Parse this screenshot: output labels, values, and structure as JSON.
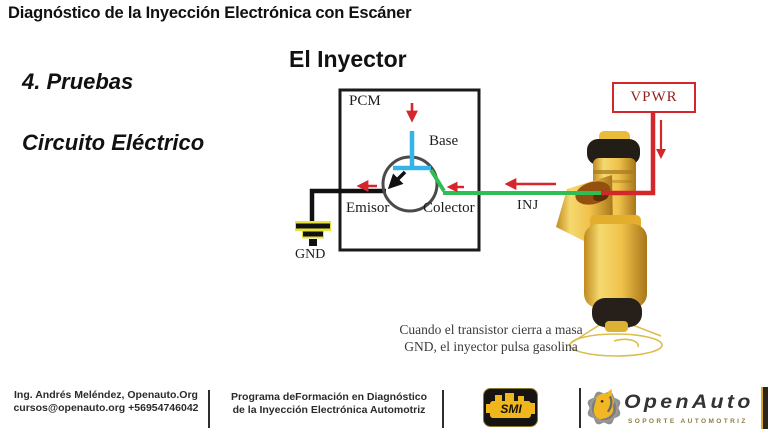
{
  "header": {
    "title": "Diagnóstico de la Inyección Electrónica con Escáner"
  },
  "left_panel": {
    "heading1": "4. Pruebas",
    "heading2": "Circuito Eléctrico"
  },
  "diagram": {
    "title": "El Inyector",
    "labels": {
      "pcm": "PCM",
      "base": "Base",
      "emitter": "Emisor",
      "collector": "Colector",
      "ground": "GND",
      "injector_wire": "INJ",
      "power": "VPWR"
    },
    "caption_line1": "Cuando el transistor cierra a masa",
    "caption_line2": "GND, el inyector pulsa gasolina",
    "colors": {
      "wire_green": "#2fbe54",
      "base_blue": "#35b4e8",
      "arrow_red": "#d4272b",
      "injector_yellow": "#eec049",
      "transistor_circle_gray": "#4a4a4a",
      "ground_glow_yellow": "#e8e23c"
    }
  },
  "footer": {
    "author_line1": "Ing. Andrés Meléndez, Openauto.Org",
    "author_line2": "cursos@openauto.org +56954746042",
    "program_line1": "Programa deFormación en Diagnóstico",
    "program_line2": "de la Inyección Electrónica Automotriz",
    "smi_logo_text": "SMI",
    "openauto_logo_text": "OpenAuto",
    "openauto_logo_subtext": "SOPORTE AUTOMOTRIZ"
  }
}
